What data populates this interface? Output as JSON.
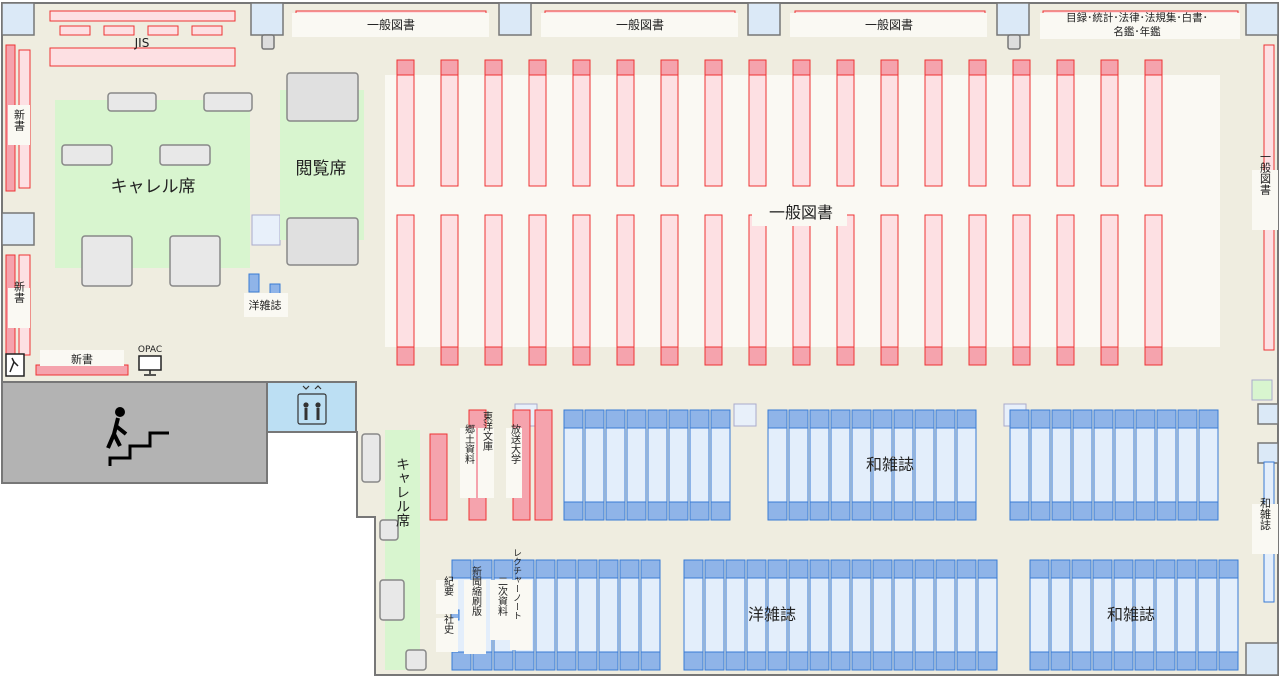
{
  "labels": {
    "jis": "JIS",
    "general_top_1": "一般図書",
    "general_top_2": "一般図書",
    "general_top_3": "一般図書",
    "reference_1": "目録･統計･法律･法規集･白書･",
    "reference_2": "名鑑･年鑑",
    "shinsho_upper": "新書",
    "shinsho_lower": "新書",
    "shinsho_bottom": "新書",
    "opac": "OPAC",
    "carrel_main": "キャレル席",
    "reading_seats": "閲覧席",
    "general_center": "一般図書",
    "general_right": "一般図書",
    "foreign_mag_small": "洋雑誌",
    "jp_mag_center": "和雑誌",
    "jp_mag_bottom": "和雑誌",
    "jp_mag_right": "和雑誌",
    "foreign_mag_bottom": "洋雑誌",
    "carrel_vertical": "キャレル席",
    "kyodo": "郷土資料",
    "toyo": "東洋文庫",
    "hoso": "放送大学",
    "kiyo": "紀要",
    "shashi": "社史",
    "shinbun": "新聞縮刷版",
    "niji": "二次資料",
    "lecture": "レクチャーノート"
  },
  "icons": [
    "stairs-icon",
    "elevator-icon",
    "emergency-exit-icon",
    "opac-terminal-icon"
  ],
  "colors": {
    "floor": "#efede0",
    "general_shelf": "#f5a3ad",
    "general_shelf_light": "#fde0e3",
    "magazine_shelf": "#8fb4e8",
    "magazine_shelf_light": "#e3eefb",
    "carrel_zone": "#d8f5cf",
    "stairwell": "#b3b3b3",
    "elevator": "#bcdff3"
  }
}
